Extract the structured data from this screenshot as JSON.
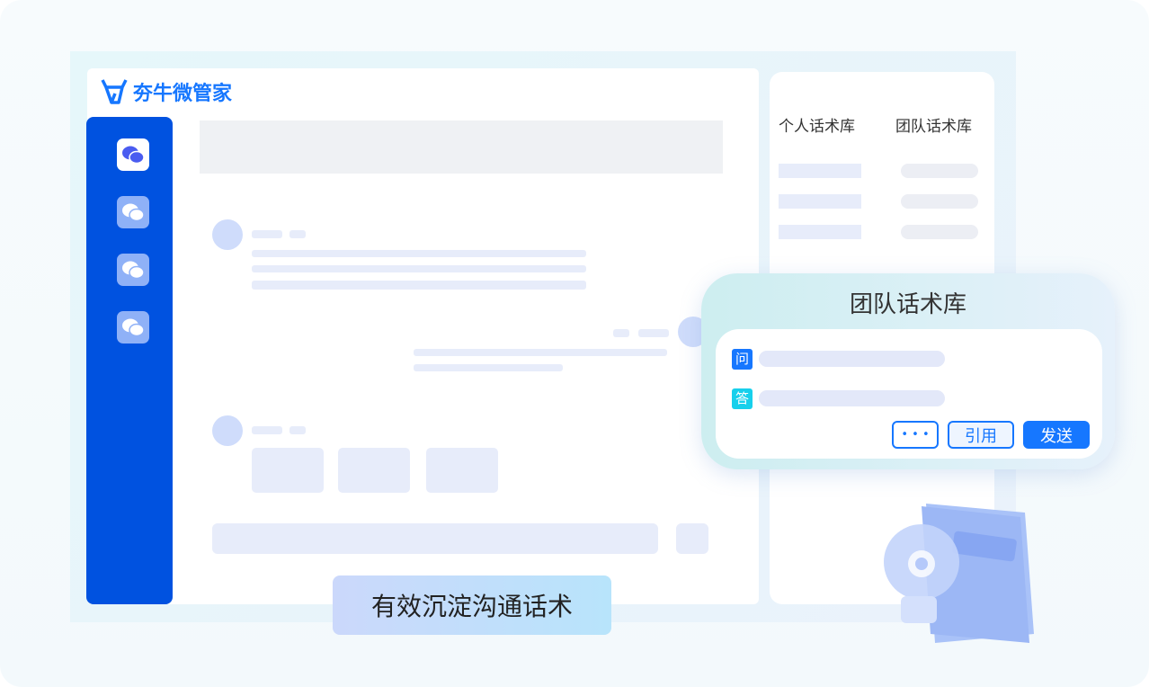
{
  "brand": {
    "name": "夯牛微管家",
    "color": "#1677ff"
  },
  "library": {
    "personal_tab": "个人话术库",
    "team_tab": "团队话术库"
  },
  "popup": {
    "title": "团队话术库",
    "question_tag": "问",
    "answer_tag": "答",
    "more_label": "• • •",
    "quote_label": "引用",
    "send_label": "发送"
  },
  "slogan": "有效沉淀沟通话术",
  "sidebar": {
    "icons": [
      "wechat-icon",
      "wechat-icon",
      "wechat-icon",
      "wechat-icon"
    ]
  }
}
